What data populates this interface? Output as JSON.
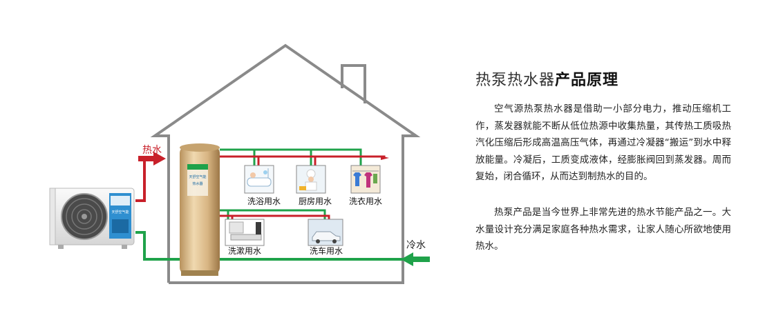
{
  "labels": {
    "hot_water": "热水",
    "cold_water": "冷水",
    "bath": "洗浴用水",
    "kitchen": "厨房用水",
    "laundry": "洗衣用水",
    "wash": "洗漱用水",
    "car": "洗车用水"
  },
  "unit_text": {
    "brand": "天舒空气能",
    "tank_brand": "天舒空气能",
    "tank_sub": "热水器"
  },
  "article": {
    "title_light": "热泵热水器",
    "title_bold": "产品原理",
    "paragraph1": "空气源热泵热水器是借助一小部分电力，推动压缩机工作，蒸发器就能不断从低位热源中收集热量，其传热工质吸热汽化压缩后形成高温高压气体，再通过冷凝器“搬运”到水中释放能量。冷凝后，工质变成液体，经膨胀阀回到蒸发器。周而复始，闭合循环，从而达到制热水的目的。",
    "paragraph2": "热泵产品是当今世界上非常先进的热水节能产品之一。大水量设计充分满足家庭各种热水需求，让家人随心所欲地使用热水。"
  },
  "colors": {
    "hot_pipe": "#c8202a",
    "cold_pipe": "#1fa24a",
    "house_outline": "#8a8a8a",
    "tank": "#d9b98a"
  }
}
